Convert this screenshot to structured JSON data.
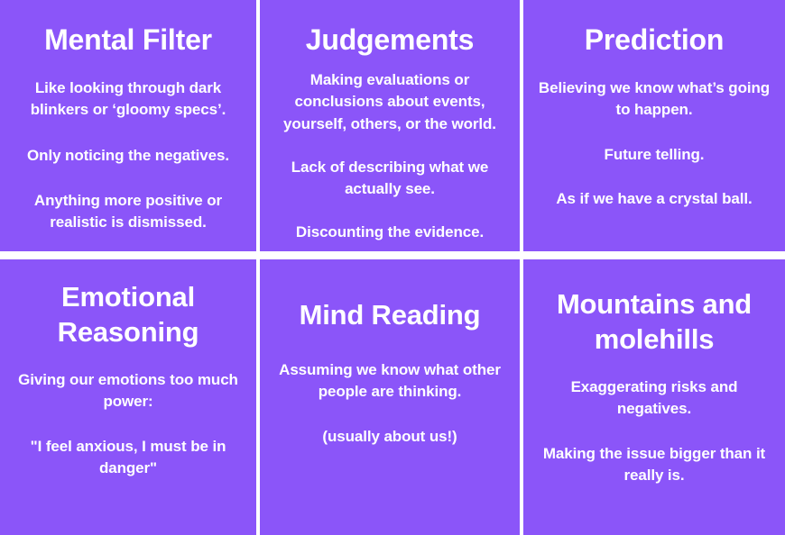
{
  "theme": {
    "card_background": "#8b55f9",
    "text_color": "#ffffff",
    "page_background": "#ffffff"
  },
  "cards": [
    {
      "id": "mental-filter",
      "title": "Mental Filter",
      "paragraphs": [
        "Like looking through dark blinkers or ‘gloomy specs’.",
        "Only noticing the negatives.",
        "Anything more positive or realistic is dismissed."
      ]
    },
    {
      "id": "judgements",
      "title": "Judgements",
      "paragraphs": [
        "Making evaluations or conclusions about events, yourself, others, or the world.",
        "Lack of describing what we actually see.",
        "Discounting the evidence."
      ]
    },
    {
      "id": "prediction",
      "title": "Prediction",
      "paragraphs": [
        "Believing we know what’s going to happen.",
        "Future telling.",
        "As if we have a crystal ball."
      ]
    },
    {
      "id": "emotional-reasoning",
      "title": "Emotional Reasoning",
      "paragraphs": [
        "Giving our emotions too much power:",
        "\"I feel anxious, I must be in danger\""
      ]
    },
    {
      "id": "mind-reading",
      "title": "Mind Reading",
      "paragraphs": [
        "Assuming we know what other people are thinking.",
        "(usually about us!)"
      ]
    },
    {
      "id": "mountains-and-molehills",
      "title": "Mountains and molehills",
      "paragraphs": [
        "Exaggerating risks and negatives.",
        "Making the issue bigger than it really is."
      ]
    }
  ]
}
